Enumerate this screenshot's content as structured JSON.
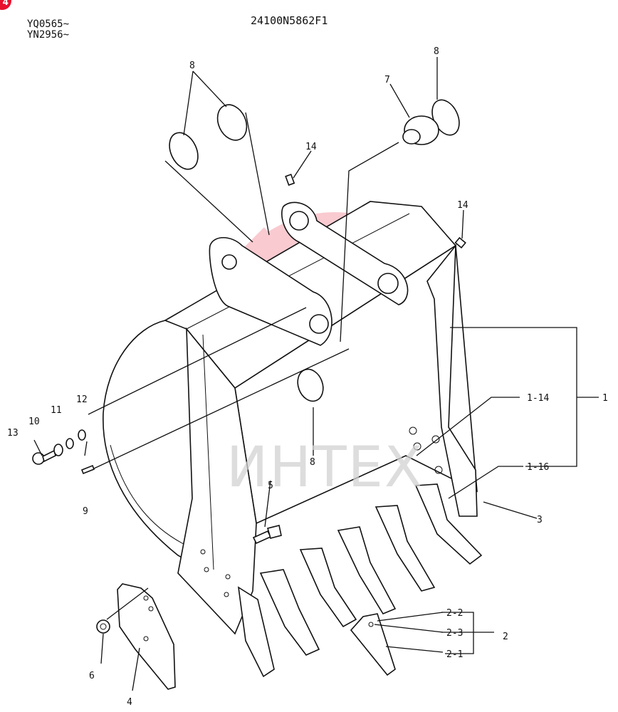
{
  "header": {
    "serial_lines": [
      "YQ0565~",
      "YN2956~"
    ],
    "drawing_number": "24100N5862F1"
  },
  "badge": {
    "text": "4",
    "color": "#e8112d"
  },
  "watermark": {
    "text": "ИНТЕХ",
    "color": "#e8112d"
  },
  "callouts": [
    {
      "id": "c8a",
      "text": "8"
    },
    {
      "id": "c7",
      "text": "7"
    },
    {
      "id": "c8b",
      "text": "8"
    },
    {
      "id": "c14a",
      "text": "14"
    },
    {
      "id": "c14b",
      "text": "14"
    },
    {
      "id": "c1",
      "text": "1"
    },
    {
      "id": "c1-14",
      "text": "1-14"
    },
    {
      "id": "c1-16",
      "text": "1-16"
    },
    {
      "id": "c3",
      "text": "3"
    },
    {
      "id": "c8c",
      "text": "8"
    },
    {
      "id": "c12",
      "text": "12"
    },
    {
      "id": "c11",
      "text": "11"
    },
    {
      "id": "c10",
      "text": "10"
    },
    {
      "id": "c13",
      "text": "13"
    },
    {
      "id": "c9",
      "text": "9"
    },
    {
      "id": "c5",
      "text": "5"
    },
    {
      "id": "c6",
      "text": "6"
    },
    {
      "id": "c4",
      "text": "4"
    },
    {
      "id": "c2-2",
      "text": "2-2"
    },
    {
      "id": "c2-3",
      "text": "2-3"
    },
    {
      "id": "c2",
      "text": "2"
    },
    {
      "id": "c2-1",
      "text": "2-1"
    }
  ]
}
